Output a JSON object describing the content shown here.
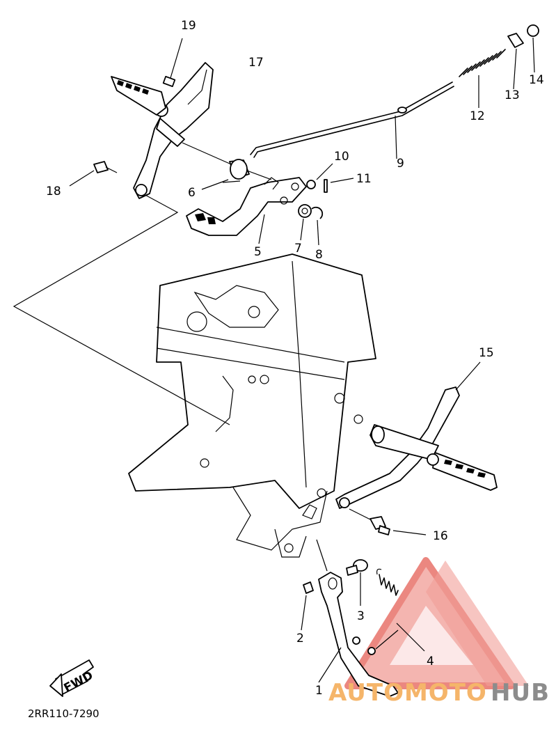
{
  "callouts": [
    {
      "num": "1"
    },
    {
      "num": "2"
    },
    {
      "num": "3"
    },
    {
      "num": "4"
    },
    {
      "num": "5"
    },
    {
      "num": "6"
    },
    {
      "num": "7"
    },
    {
      "num": "8"
    },
    {
      "num": "9"
    },
    {
      "num": "10"
    },
    {
      "num": "11"
    },
    {
      "num": "12"
    },
    {
      "num": "13"
    },
    {
      "num": "14"
    },
    {
      "num": "15"
    },
    {
      "num": "16"
    },
    {
      "num": "17"
    },
    {
      "num": "18"
    },
    {
      "num": "19"
    }
  ],
  "direction_arrow": {
    "text": "FWD"
  },
  "diagram_code": "2RR110-7290",
  "watermark": {
    "part1": "AUTOMOTO",
    "part2": "HUB",
    "color_primary": "#f5b56a",
    "color_secondary": "#8c8c8c",
    "triangle_color": "#e8736b"
  }
}
